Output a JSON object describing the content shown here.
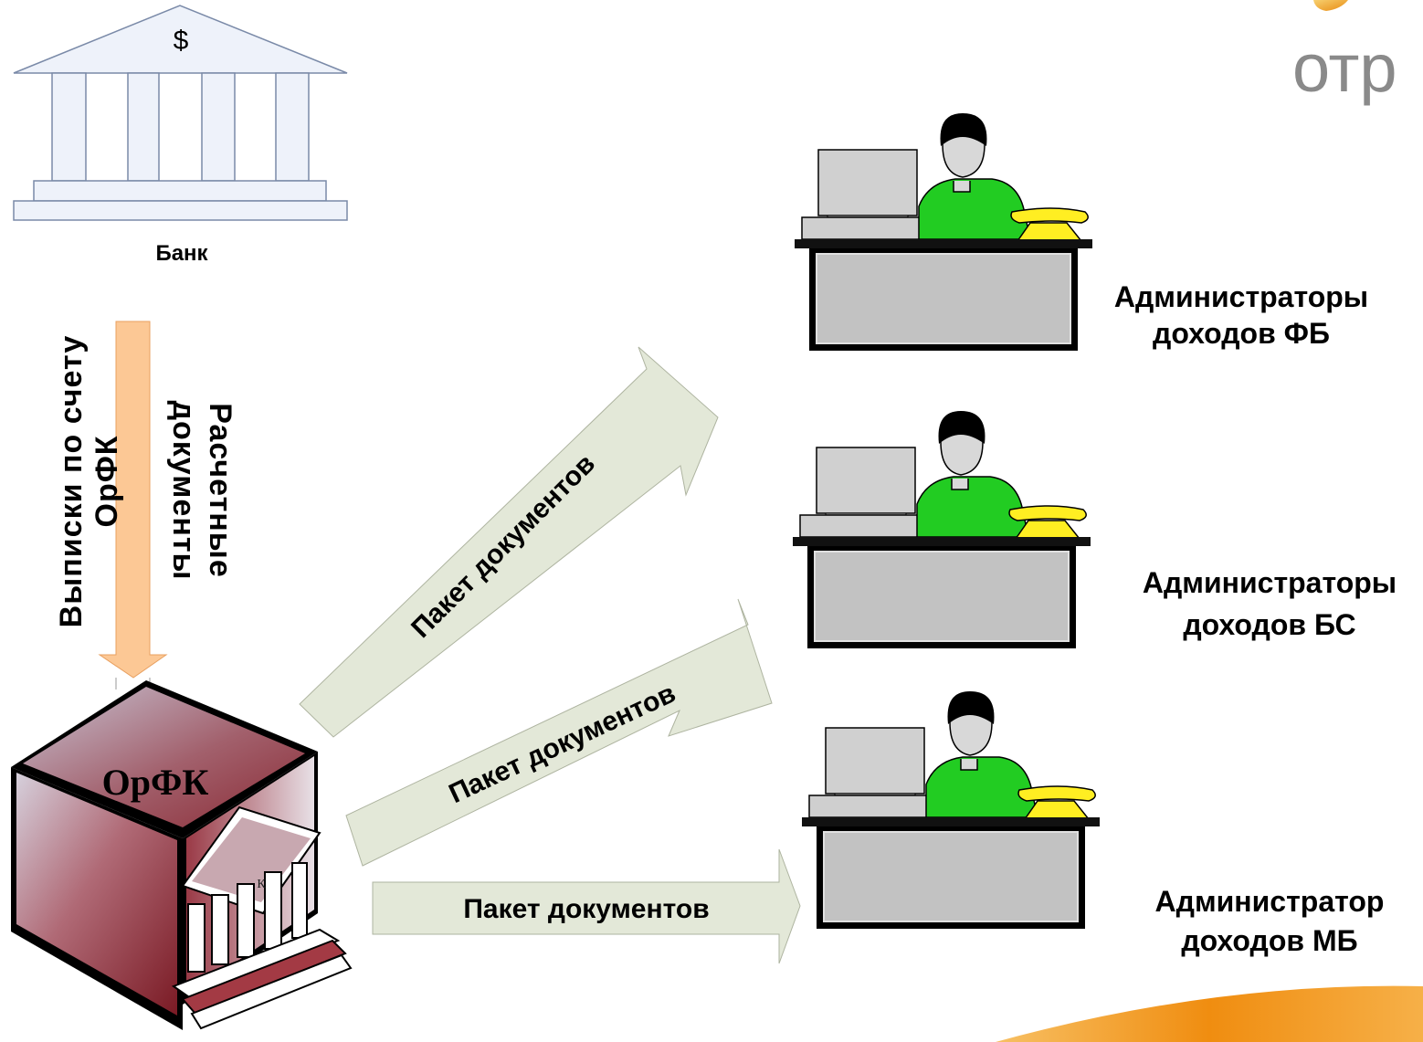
{
  "logo": {
    "text": "отр"
  },
  "bank": {
    "symbol": "$",
    "label": "Банк"
  },
  "vertical_labels": {
    "statements_line1": "Выписки по счету",
    "statements_line2": "ОрФК",
    "documents_line1": "Расчетные",
    "documents_line2": "документы"
  },
  "orfk": {
    "label": "ОрФК",
    "small_letter": "К"
  },
  "arrows": [
    {
      "label": "Пакет документов"
    },
    {
      "label": "Пакет документов"
    },
    {
      "label": "Пакет документов"
    }
  ],
  "admins": [
    {
      "line1": "Администраторы",
      "line2": "доходов  ФБ"
    },
    {
      "line1": "Администраторы",
      "line2": "доходов БС"
    },
    {
      "line1": "Администратор",
      "line2": "доходов МБ"
    }
  ],
  "colors": {
    "bank_fill": "#e8eef8",
    "bank_stroke": "#7a8aa8",
    "vertical_arrow": "#fcc895",
    "package_arrow": "#e3e8d8",
    "orfk_dark": "#7a1a24",
    "shirt": "#22cc22",
    "phone": "#ffee22",
    "swoosh": "#f39a1e"
  }
}
